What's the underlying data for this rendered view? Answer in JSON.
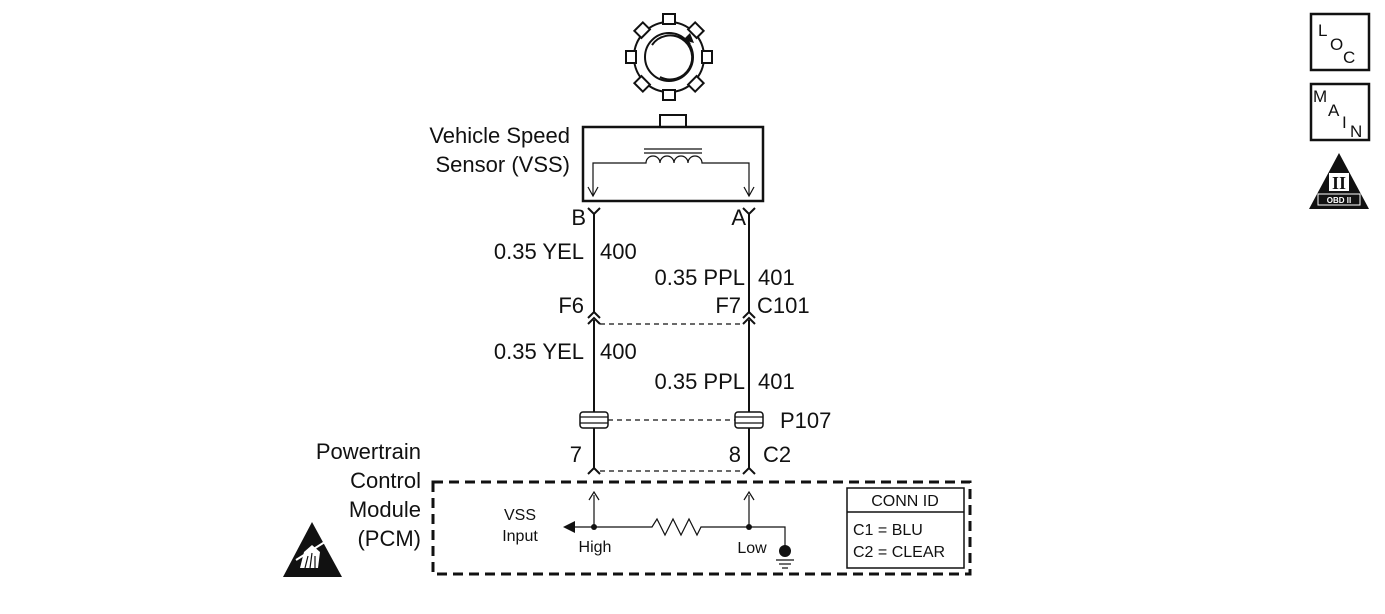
{
  "sensor": {
    "name_line1": "Vehicle Speed",
    "name_line2": "Sensor (VSS)",
    "pin_b": "B",
    "pin_a": "A"
  },
  "wires": {
    "upper_left_gauge_color": "0.35 YEL",
    "upper_left_circuit": "400",
    "upper_right_gauge_color": "0.35 PPL",
    "upper_right_circuit": "401",
    "lower_left_gauge_color": "0.35 YEL",
    "lower_left_circuit": "400",
    "lower_right_gauge_color": "0.35 PPL",
    "lower_right_circuit": "401"
  },
  "connectors": {
    "c101_left_pin": "F6",
    "c101_right_pin": "F7",
    "c101_name": "C101",
    "p107_name": "P107",
    "pcm_left_pin": "7",
    "pcm_right_pin": "8",
    "pcm_connector": "C2"
  },
  "pcm": {
    "name_line1": "Powertrain",
    "name_line2": "Control",
    "name_line3": "Module",
    "name_line4": "(PCM)",
    "input_line1": "VSS",
    "input_line2": "Input",
    "high_label": "High",
    "low_label": "Low"
  },
  "conn_id": {
    "title": "CONN ID",
    "row1": "C1  =  BLU",
    "row2": "C2  =  CLEAR"
  },
  "side_icons": {
    "loc": {
      "l": "L",
      "o": "O",
      "c": "C"
    },
    "main": {
      "m": "M",
      "a": "A",
      "i": "I",
      "n": "N"
    },
    "obd": {
      "numeral": "II",
      "caption": "OBD II"
    }
  },
  "icons": [
    "reluctor-wheel-icon",
    "esd-warning-icon",
    "ground-icon",
    "obd-ii-icon"
  ]
}
